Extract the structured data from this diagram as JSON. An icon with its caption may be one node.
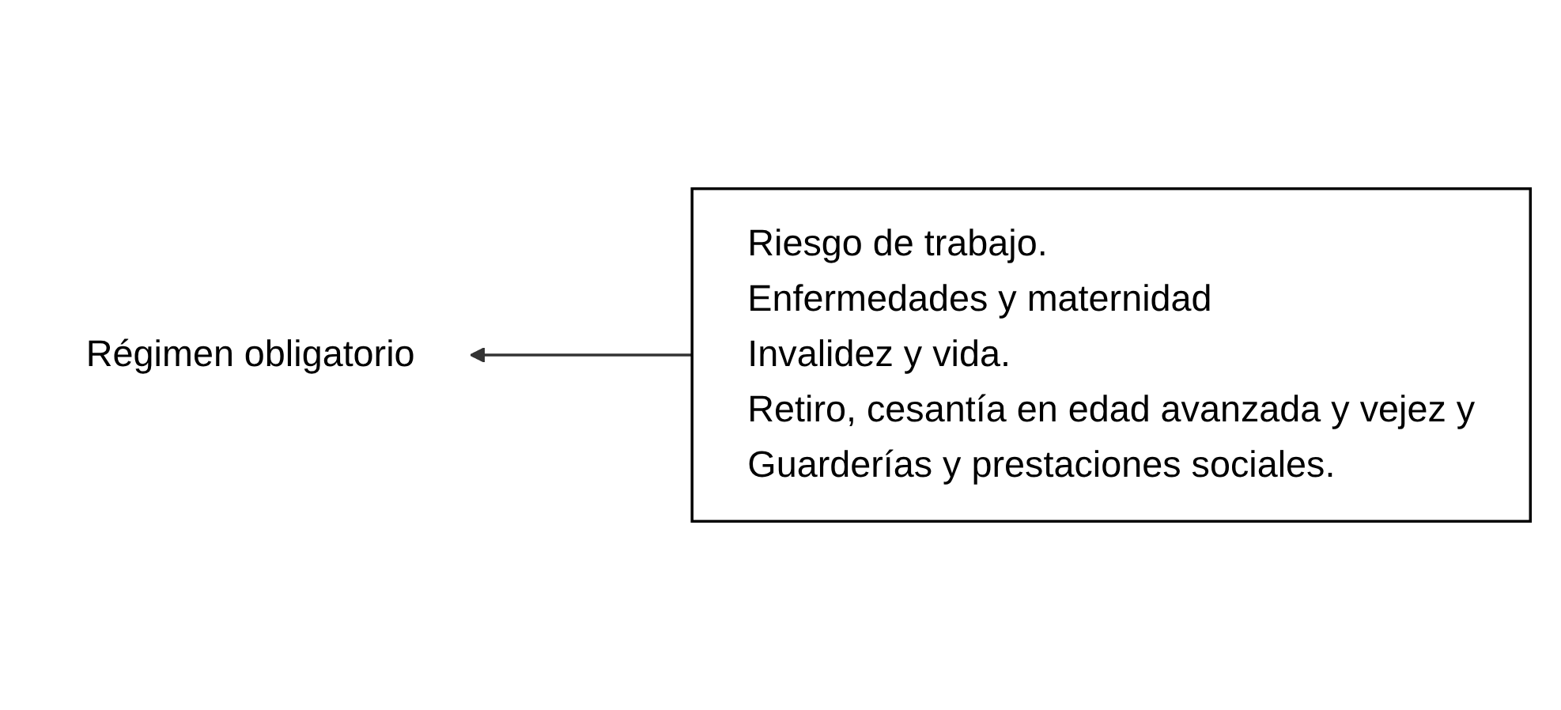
{
  "diagram": {
    "nodes": [
      {
        "text": [
          "Régimen obligatorio"
        ]
      },
      {
        "text": [
          "Riesgo de trabajo.",
          "Enfermedades y maternidad",
          "Invalidez y vida.",
          "Retiro, cesantía en edad avanzada y vejez y",
          "Guarderías y prestaciones sociales."
        ]
      }
    ],
    "edges": [
      {
        "from": 1,
        "to": 0,
        "arrow": "to"
      }
    ]
  }
}
